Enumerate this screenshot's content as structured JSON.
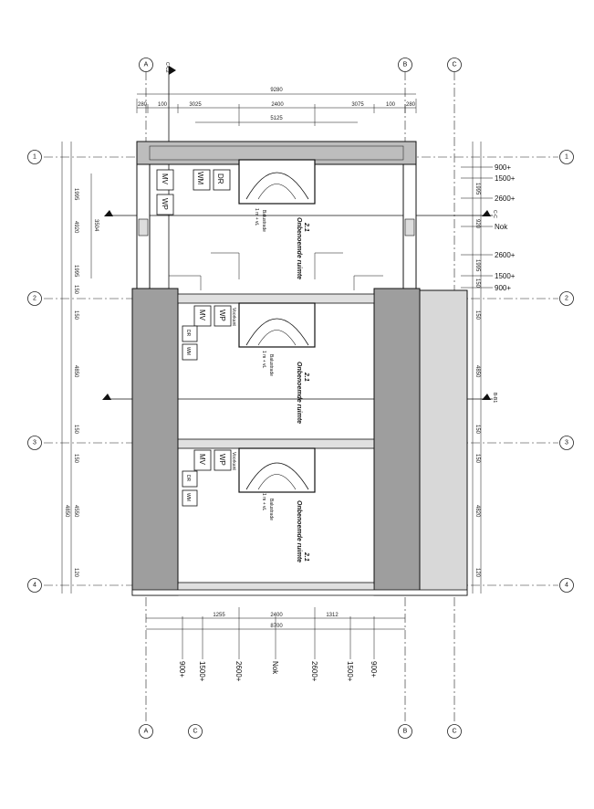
{
  "grid": {
    "columns": [
      "A",
      "B",
      "C"
    ],
    "rows": [
      "1",
      "2",
      "3",
      "4"
    ]
  },
  "sections": {
    "top": "C-C2",
    "right_top": "C-C",
    "right_mid": "B-B1"
  },
  "dims_top": {
    "overall": "9280",
    "parts": [
      "280",
      "100",
      "3025",
      "2400",
      "3075",
      "100",
      "280"
    ],
    "stair": "5125"
  },
  "dims_left": {
    "a": [
      "1995",
      "4920",
      "1995",
      "150"
    ],
    "b": "3504",
    "c": [
      "150",
      "4850",
      "150"
    ],
    "d": [
      "150",
      "4550",
      "4850",
      "120"
    ]
  },
  "dims_right": {
    "a": [
      "1995",
      "920",
      "1995",
      "150"
    ],
    "b": [
      "150",
      "4850",
      "150"
    ],
    "c": [
      "150",
      "4820",
      "120"
    ]
  },
  "dims_bottom": {
    "parts": [
      "1255",
      "2400",
      "1312"
    ],
    "overall": "8700"
  },
  "levels": [
    "900+",
    "1500+",
    "2600+",
    "Nok",
    "2600+",
    "1500+",
    "900+"
  ],
  "rooms": [
    {
      "num": "2.1",
      "name": "Onbenoemde ruimte",
      "note1": "Balustrade",
      "note2": "1 m + vL"
    },
    {
      "num": "2.1",
      "name": "Onbenoemde ruimte",
      "note1": "Balustrade",
      "note2": "1 m + vL"
    },
    {
      "num": "2.1",
      "name": "Onbenoemde ruimte",
      "note1": "Balustrade",
      "note2": "1 m + vL"
    }
  ],
  "fixtures": {
    "mv": "MV",
    "wp": "WP",
    "dr": "DR",
    "wm": "WM",
    "voorkant": "Voorkant"
  }
}
